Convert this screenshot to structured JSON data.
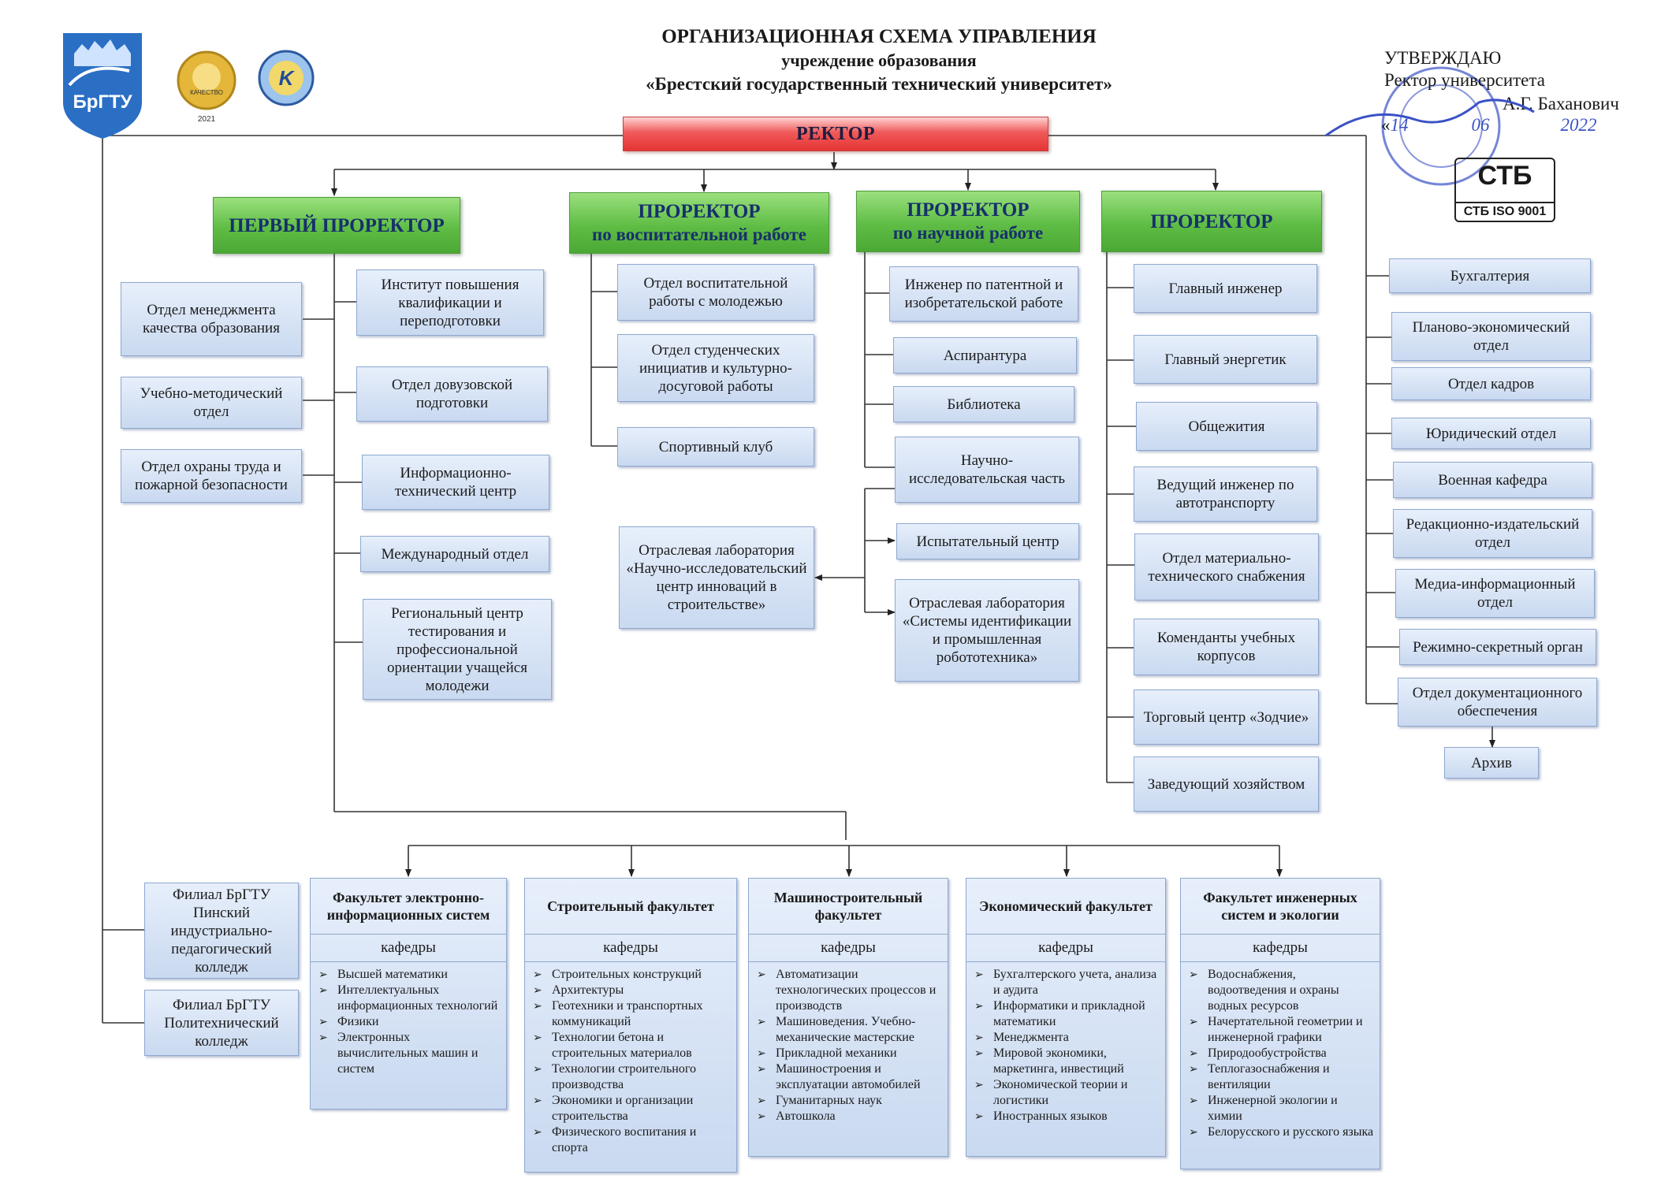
{
  "header": {
    "line1": "ОРГАНИЗАЦИОННАЯ СХЕМА УПРАВЛЕНИЯ",
    "line2": "учреждение образования",
    "line3": "«Брестский государственный технический университет»"
  },
  "approval": {
    "line1": "УТВЕРЖДАЮ",
    "line2": "Ректор университета",
    "line3": "А.Г. Баханович",
    "date_open": "«",
    "date_day": "14",
    "date_month": "06",
    "date_year": "2022"
  },
  "logos": {
    "university": "БрГТУ",
    "award_year": "2021",
    "award_text": "КАЧЕСТВО",
    "k_badge": "K",
    "iso_mark": "СТБ",
    "iso_text": "СТБ ISO 9001"
  },
  "rector": "РЕКТОР",
  "prorectors": {
    "first": "ПЕРВЫЙ ПРОРЕКТОР",
    "edu_title": "ПРОРЕКТОР",
    "edu_sub": "по воспитательной работе",
    "sci_title": "ПРОРЕКТОР",
    "sci_sub": "по научной работе",
    "other": "ПРОРЕКТОР"
  },
  "first_left": [
    "Отдел менеджмента качества образования",
    "Учебно-методический отдел",
    "Отдел охраны труда и пожарной безопасности"
  ],
  "first_right": [
    "Институт повышения квалификации и переподготовки",
    "Отдел довузовской подготовки",
    "Информационно-технический центр",
    "Международный отдел",
    "Региональный центр тестирования и профессиональной ориентации учащейся молодежи"
  ],
  "edu_units": [
    "Отдел воспитательной работы с молодежью",
    "Отдел студенческих инициатив и культурно-досуговой работы",
    "Спортивный клуб"
  ],
  "edu_lab": "Отраслевая лаборатория «Научно-исследовательский центр инноваций в строительстве»",
  "sci_units": [
    "Инженер по патентной и изобретательской работе",
    "Аспирантура",
    "Библиотека",
    "Научно-исследовательская часть",
    "Испытательный центр",
    "Отраслевая лаборатория «Системы идентификации и промышленная робототехника»"
  ],
  "other_units": [
    "Главный инженер",
    "Главный энергетик",
    "Общежития",
    "Ведущий инженер по автотранспорту",
    "Отдел материально-технического снабжения",
    "Коменданты учебных корпусов",
    "Торговый центр «Зодчие»",
    "Заведующий хозяйством"
  ],
  "rector_units": [
    "Бухгалтерия",
    "Планово-экономический отдел",
    "Отдел кадров",
    "Юридический отдел",
    "Военная кафедра",
    "Редакционно-издательский отдел",
    "Медиа-информационный отдел",
    "Режимно-секретный орган",
    "Отдел документационного обеспечения"
  ],
  "archive": "Архив",
  "branches": [
    "Филиал БрГТУ Пинский индустриально-педагогический колледж",
    "Филиал БрГТУ Политехнический колледж"
  ],
  "faculties": [
    {
      "name": "Факультет электронно-информационных систем",
      "sub": "кафедры",
      "items": [
        "Высшей математики",
        "Интеллектуальных информационных технологий",
        "Физики",
        "Электронных вычислительных машин и систем"
      ]
    },
    {
      "name": "Строительный факультет",
      "sub": "кафедры",
      "items": [
        "Строительных конструкций",
        "Архитектуры",
        "Геотехники и транспортных коммуникаций",
        "Технологии бетона и строительных материалов",
        "Технологии строительного производства",
        "Экономики и организации строительства",
        "Физического воспитания и спорта"
      ]
    },
    {
      "name": "Машиностроительный факультет",
      "sub": "кафедры",
      "items": [
        "Автоматизации технологических процессов и производств",
        "Машиноведения. Учебно-механические мастерские",
        "Прикладной механики",
        "Машиностроения и эксплуатации автомобилей",
        "Гуманитарных наук",
        "Автошкола"
      ]
    },
    {
      "name": "Экономический факультет",
      "sub": "кафедры",
      "items": [
        "Бухгалтерского учета, анализа и аудита",
        "Информатики и прикладной математики",
        "Менеджмента",
        "Мировой экономики, маркетинга, инвестиций",
        "Экономической теории и логистики",
        "Иностранных языков"
      ]
    },
    {
      "name": "Факультет инженерных систем и экологии",
      "sub": "кафедры",
      "items": [
        "Водоснабжения, водоотведения и охраны водных ресурсов",
        "Начертательной геометрии и инженерной графики",
        "Природообустройства",
        "Теплогазоснабжения и вентиляции",
        "Инженерной экологии и химии",
        "Белорусского и русского языка"
      ]
    }
  ],
  "colors": {
    "rector_red": "#e63434",
    "prorector_green": "#5fbd45",
    "unit_blue": "#c9d9f0",
    "unit_border": "#8fa9d1",
    "logo_blue": "#2a6fc4",
    "stamp_blue": "#3a52c6"
  }
}
